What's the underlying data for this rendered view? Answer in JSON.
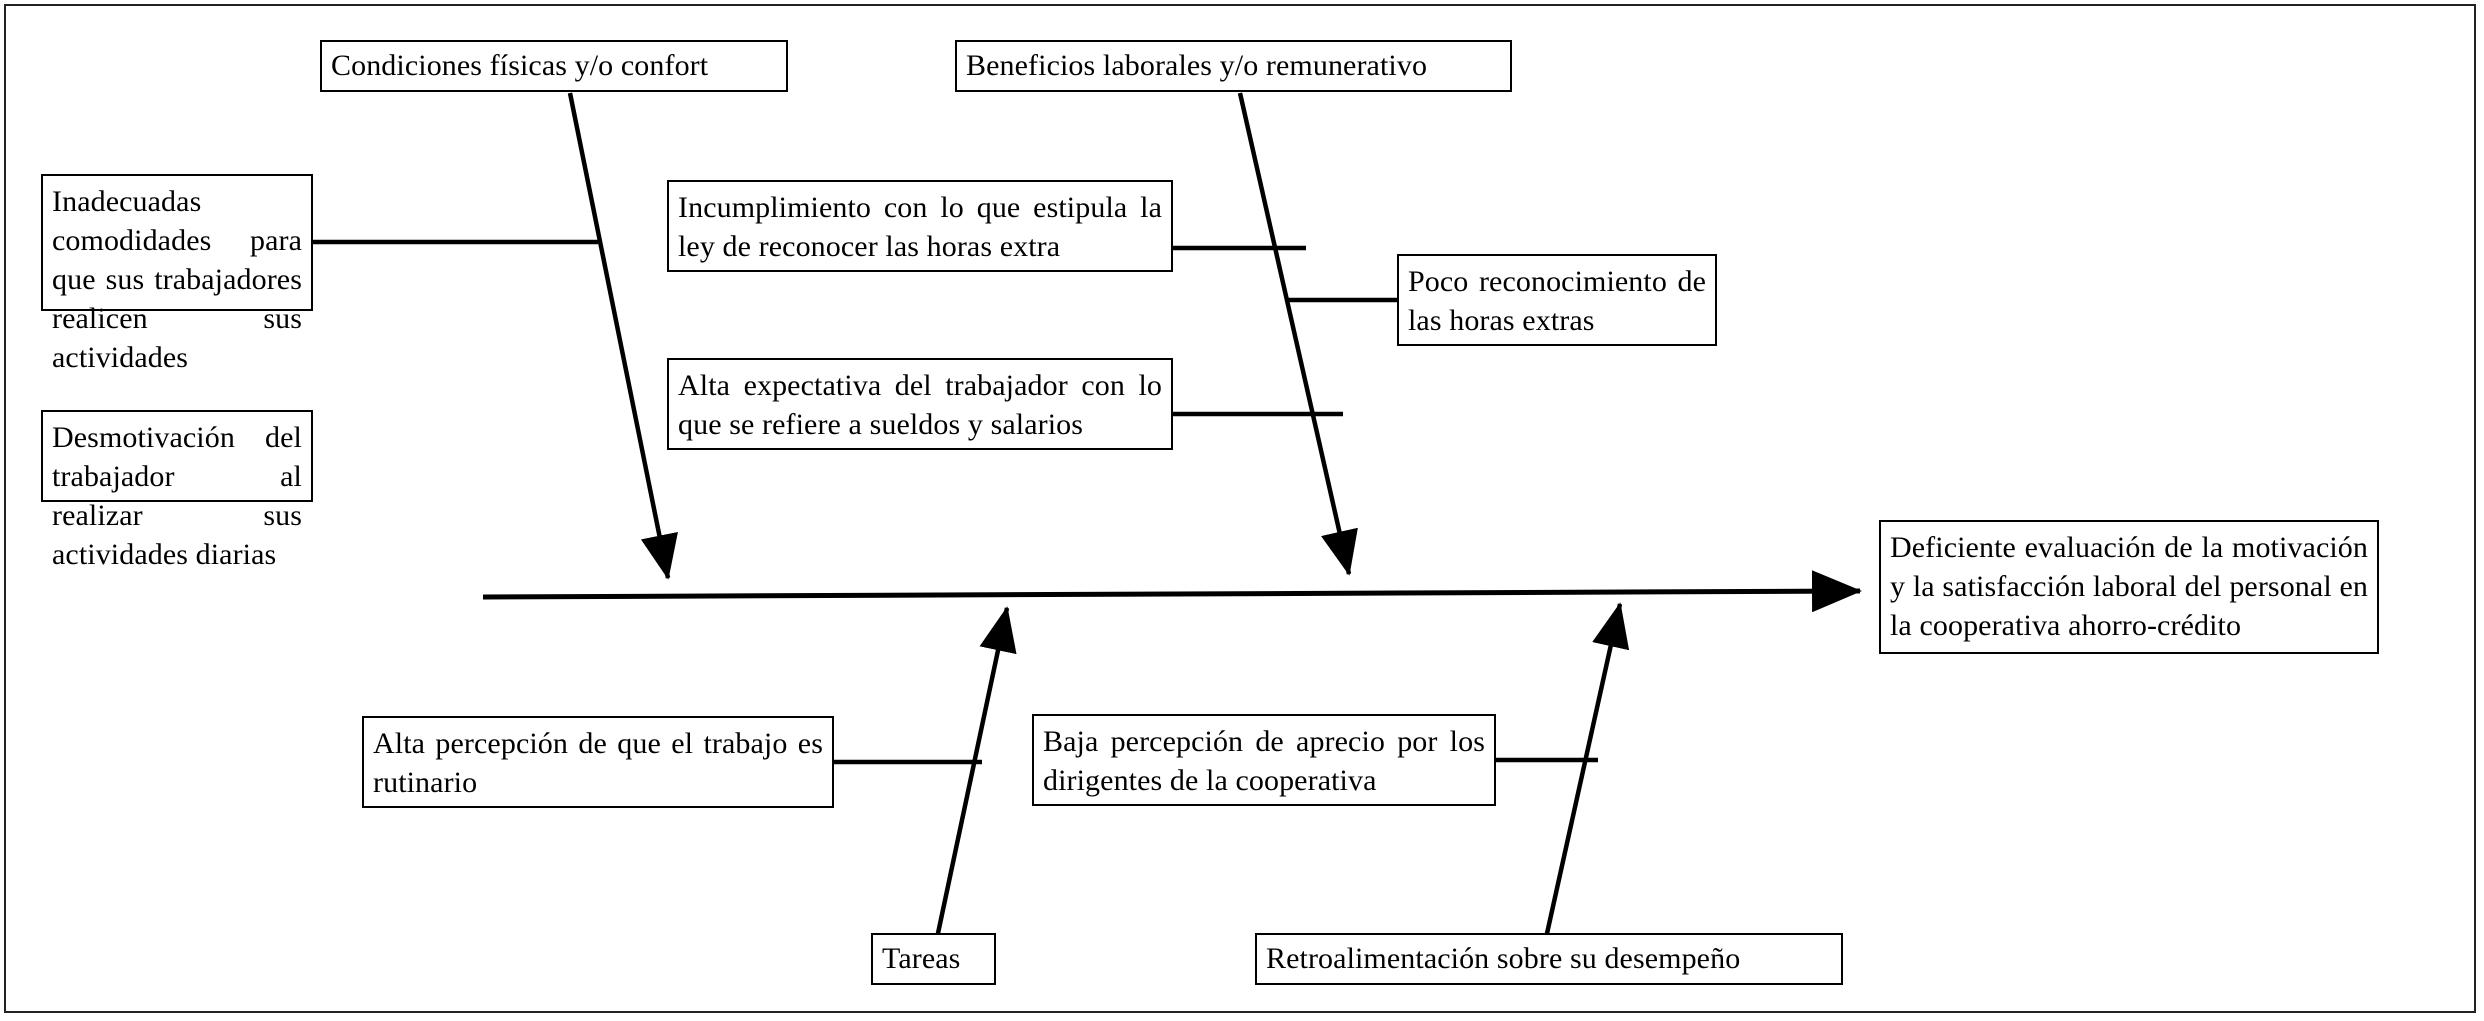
{
  "diagram": {
    "type": "fishbone-ishikawa",
    "title_text": "",
    "effect": {
      "name": "effect-box",
      "text": "Deficiente evaluación de la motivación y la satisfacción laboral del personal en la cooperativa ahorro-crédito"
    },
    "categories": [
      {
        "name": "category-condiciones-fisicas",
        "label": "Condiciones físicas y/o confort",
        "side": "top"
      },
      {
        "name": "category-beneficios-laborales",
        "label": "Beneficios laborales y/o remunerativo",
        "side": "top"
      },
      {
        "name": "category-tareas",
        "label": "Tareas",
        "side": "bottom"
      },
      {
        "name": "category-retroalimentacion",
        "label": "Retroalimentación sobre su desempeño",
        "side": "bottom"
      }
    ],
    "causes": [
      {
        "name": "cause-inadecuadas-comodidades",
        "label": "Inadecuadas comodidades para que sus trabajadores realicen sus actividades",
        "category": "Condiciones físicas y/o confort"
      },
      {
        "name": "cause-desmotivacion",
        "label": "Desmotivación del trabajador al realizar sus actividades diarias",
        "category": "Condiciones físicas y/o confort"
      },
      {
        "name": "cause-incumplimiento-ley",
        "label": "Incumplimiento con lo que estipula la ley de reconocer las horas extra",
        "category": "Beneficios laborales y/o remunerativo"
      },
      {
        "name": "cause-alta-expectativa",
        "label": "Alta expectativa del trabajador con lo que se refiere a sueldos y salarios",
        "category": "Beneficios laborales y/o remunerativo"
      },
      {
        "name": "cause-poco-reconocimiento",
        "label": "Poco reconocimiento de las horas extras",
        "category": "Beneficios laborales y/o remunerativo"
      },
      {
        "name": "cause-alta-percepcion-rutinario",
        "label": "Alta percepción de que el trabajo es rutinario",
        "category": "Tareas"
      },
      {
        "name": "cause-baja-percepcion-aprecio",
        "label": "Baja percepción de aprecio por los dirigentes de la cooperativa",
        "category": "Retroalimentación sobre su desempeño"
      }
    ],
    "colors": {
      "line": "#000000",
      "box_border": "#000000",
      "frame_border": "#222222",
      "background": "#ffffff",
      "text": "#000000"
    }
  }
}
